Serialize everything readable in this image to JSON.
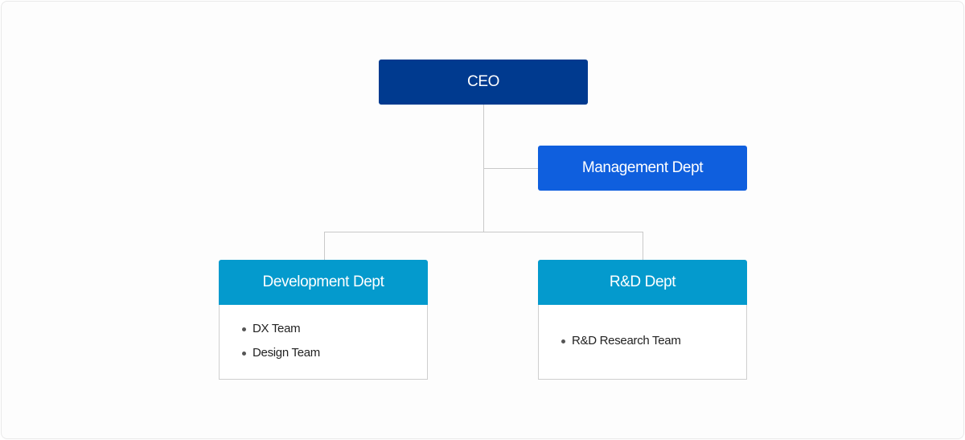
{
  "org_chart": {
    "ceo": {
      "label": "CEO"
    },
    "management": {
      "label": "Management Dept"
    },
    "departments": [
      {
        "label": "Development Dept",
        "teams": [
          "DX Team",
          "Design Team"
        ]
      },
      {
        "label": "R&D Dept",
        "teams": [
          "R&D Research Team"
        ]
      }
    ]
  },
  "colors": {
    "ceo": "#003a8f",
    "management": "#0f5fde",
    "department": "#049acd",
    "connector": "#c9c9c9"
  }
}
